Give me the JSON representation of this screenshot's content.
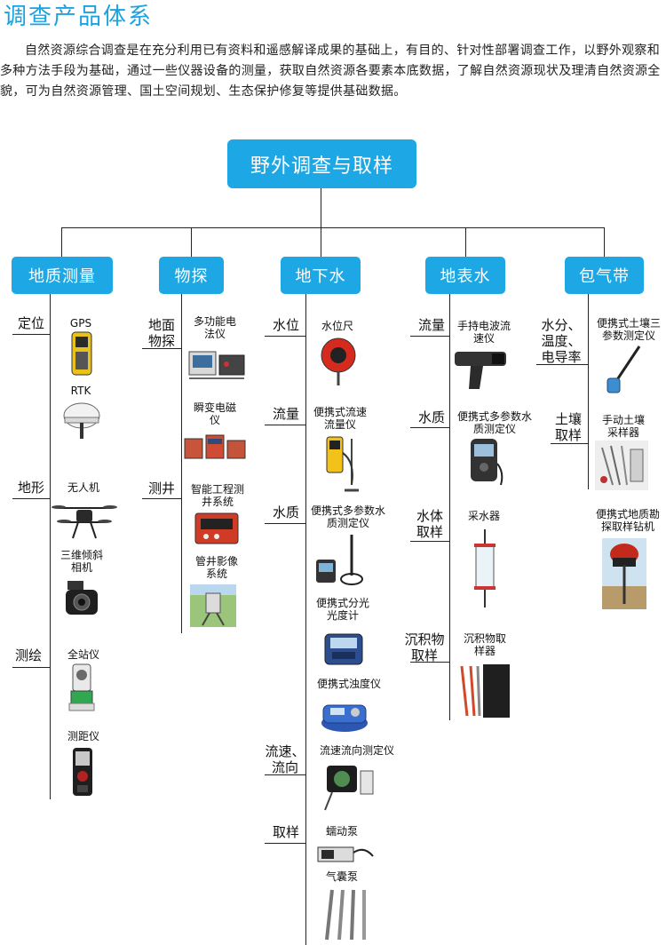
{
  "header": {
    "title": "调查产品体系",
    "intro": "自然资源综合调查是在充分利用已有资料和遥感解译成果的基础上，有目的、针对性部署调查工作，以野外观察和多种方法手段为基础，通过一些仪器设备的测量，获取自然资源各要素本底数据，了解自然资源现状及理清自然资源全貌，可为自然资源管理、国土空间规划、生态保护修复等提供基础数据。"
  },
  "root": {
    "label": "野外调查与取样"
  },
  "categories": [
    {
      "label": "地质测量",
      "groups": [
        {
          "label": "定位",
          "items": [
            "GPS",
            "RTK"
          ]
        },
        {
          "label": "地形",
          "items": [
            "无人机",
            "三维倾斜相机"
          ]
        },
        {
          "label": "测绘",
          "items": [
            "全站仪",
            "测距仪"
          ]
        }
      ]
    },
    {
      "label": "物探",
      "groups": [
        {
          "label": "地面物探",
          "items": [
            "多功能电法仪",
            "瞬变电磁仪"
          ]
        },
        {
          "label": "测井",
          "items": [
            "智能工程测井系统",
            "管井影像系统"
          ]
        }
      ]
    },
    {
      "label": "地下水",
      "groups": [
        {
          "label": "水位",
          "items": [
            "水位尺"
          ]
        },
        {
          "label": "流量",
          "items": [
            "便携式流速流量仪"
          ]
        },
        {
          "label": "水质",
          "items": [
            "便携式多参数水质测定仪",
            "便携式分光光度计",
            "便携式浊度仪"
          ]
        },
        {
          "label": "流速、流向",
          "items": [
            "流速流向测定仪"
          ]
        },
        {
          "label": "取样",
          "items": [
            "蠕动泵",
            "气囊泵"
          ]
        }
      ]
    },
    {
      "label": "地表水",
      "groups": [
        {
          "label": "流量",
          "items": [
            "手持电波流速仪"
          ]
        },
        {
          "label": "水质",
          "items": [
            "便携式多参数水质测定仪"
          ]
        },
        {
          "label": "水体取样",
          "items": [
            "采水器"
          ]
        },
        {
          "label": "沉积物取样",
          "items": [
            "沉积物取样器"
          ]
        }
      ]
    },
    {
      "label": "包气带",
      "groups": [
        {
          "label": "水分、温度、电导率",
          "items": [
            "便携式土壤三参数测定仪"
          ]
        },
        {
          "label": "土壤取样",
          "items": [
            "手动土壤采样器",
            "便携式地质勘探取样钻机"
          ]
        }
      ]
    }
  ],
  "colors": {
    "accent": "#1da7e4",
    "title": "#1aa3e0",
    "line": "#222222"
  }
}
